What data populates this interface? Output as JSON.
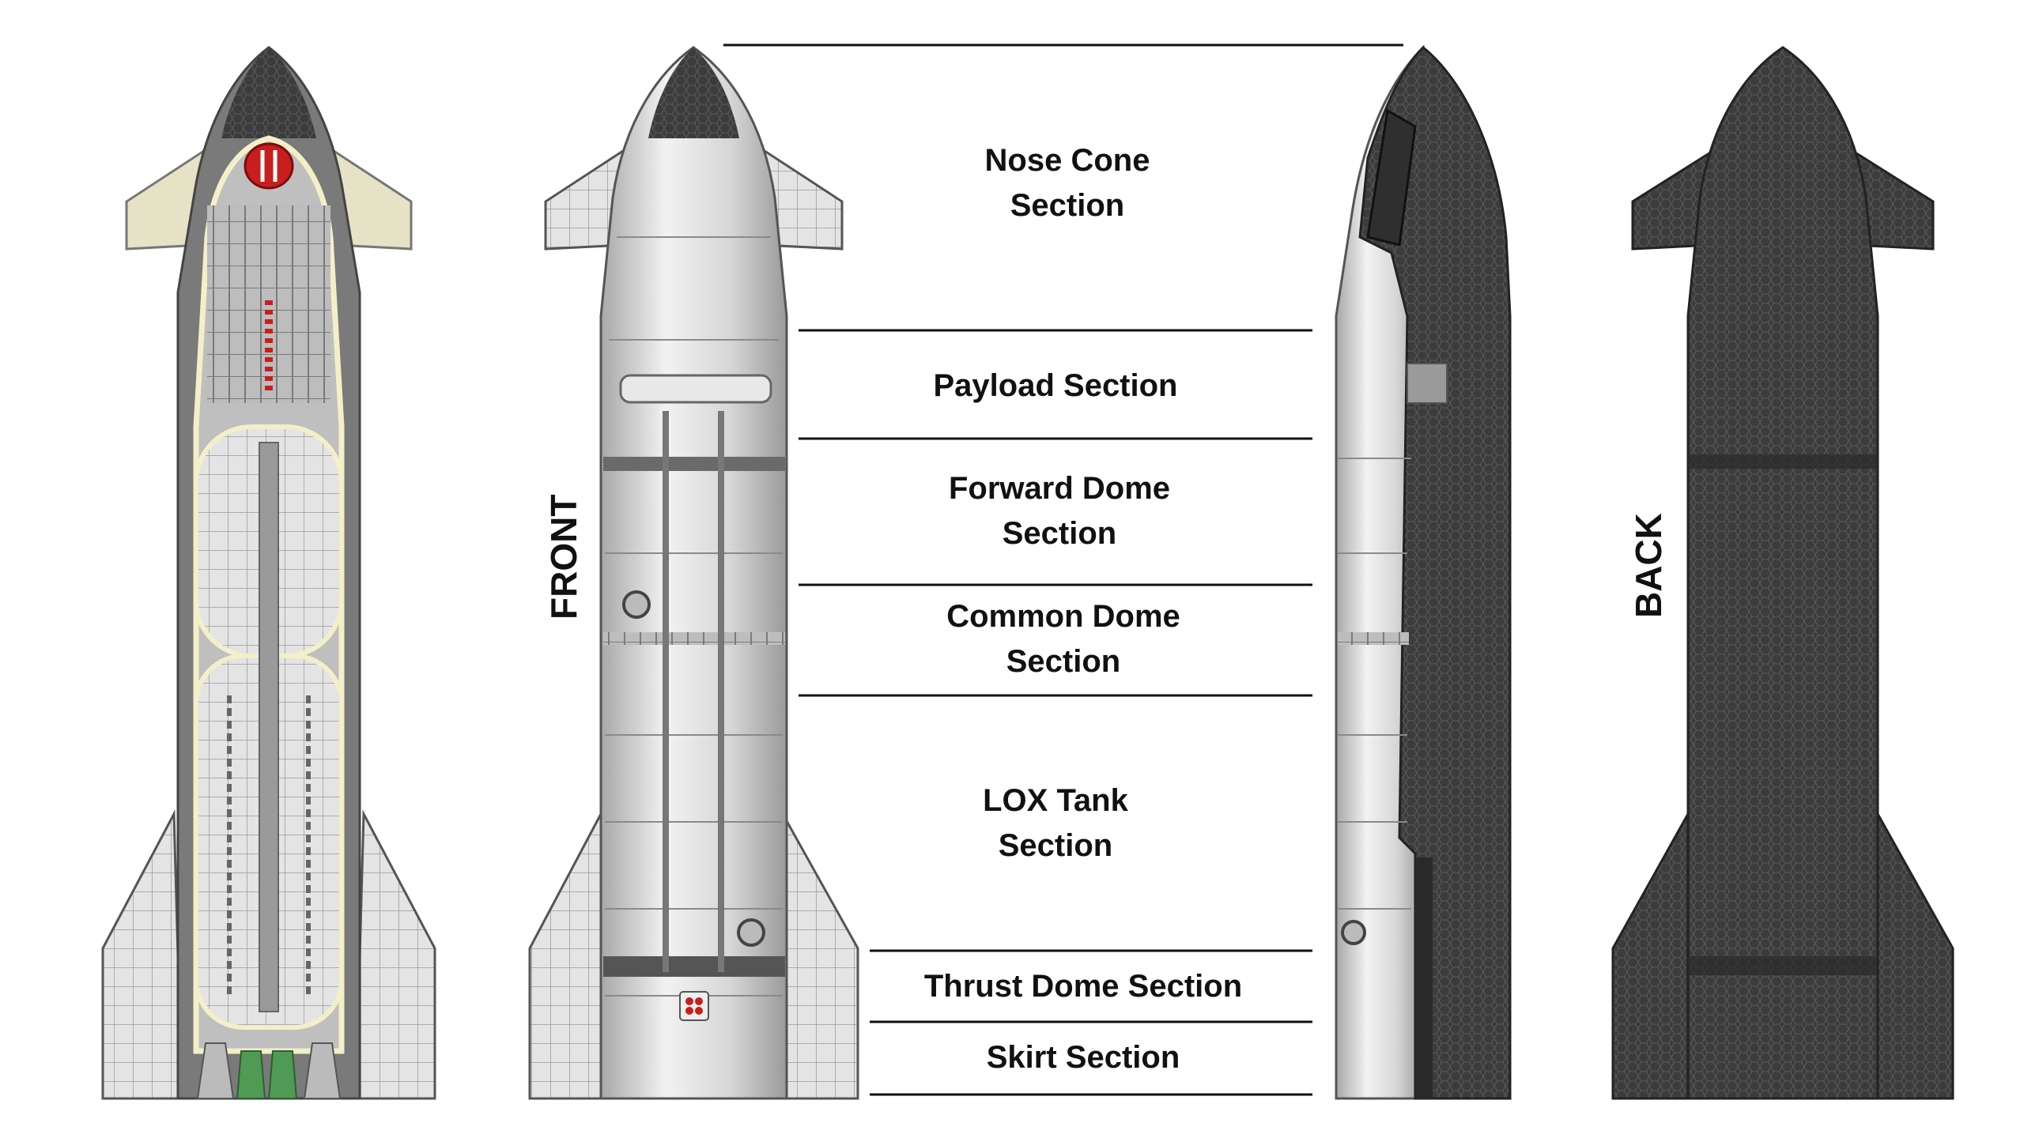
{
  "sections": [
    {
      "id": "nose-cone",
      "line1": "Nose Cone",
      "line2": "Section"
    },
    {
      "id": "payload",
      "line1": "Payload Section",
      "line2": ""
    },
    {
      "id": "forward-dome",
      "line1": "Forward Dome",
      "line2": "Section"
    },
    {
      "id": "common-dome",
      "line1": "Common Dome",
      "line2": "Section"
    },
    {
      "id": "lox-tank",
      "line1": "LOX Tank",
      "line2": "Section"
    },
    {
      "id": "thrust-dome",
      "line1": "Thrust Dome Section",
      "line2": ""
    },
    {
      "id": "skirt",
      "line1": "Skirt Section",
      "line2": ""
    }
  ],
  "views": {
    "front_label": "FRONT",
    "back_label": "BACK"
  },
  "colors": {
    "steel": "#d8d8d8",
    "steel_dark": "#9a9a9a",
    "tiles": "#3a3a3a",
    "cutaway_outline": "#f3efc8",
    "propellant_red": "#c81e1e",
    "engine_green": "#4f9a54"
  }
}
